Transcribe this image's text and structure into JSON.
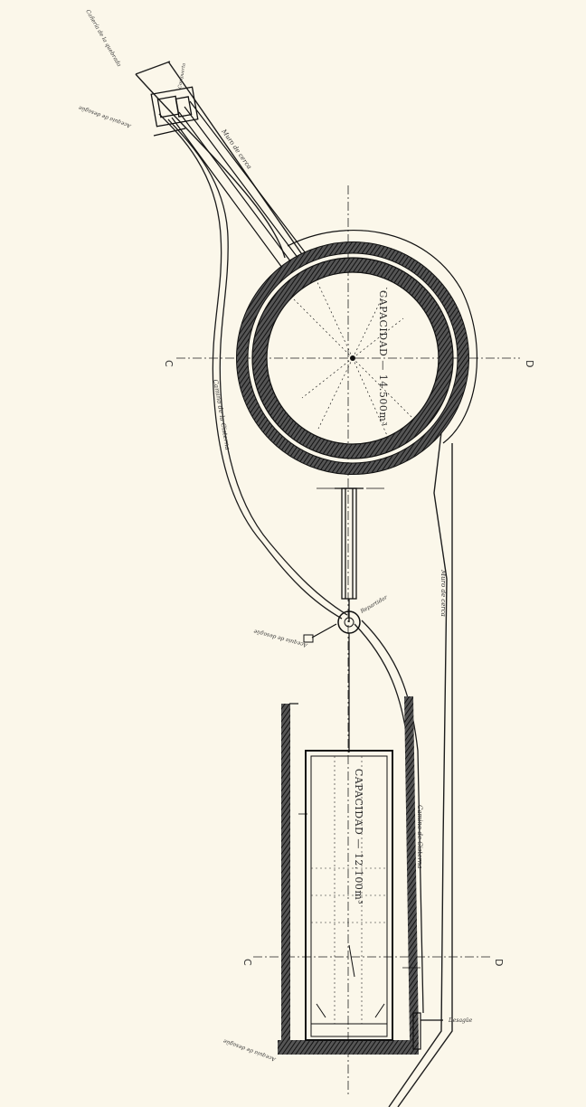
{
  "diagram": {
    "tank_round": {
      "label": "CAPACIDAD — 14.500m³"
    },
    "tank_rect": {
      "label": "CAPACIDAD — 12.100m³"
    },
    "labels": {
      "muro_top": "Muro de cerca",
      "camino_top": "Camino de la Cisterna",
      "muro_right": "Muro de cerca",
      "camino_right": "Camino de Cisterna",
      "repartidor": "Repartidor",
      "acequia_top": "Acequia de desagüe",
      "acequia_mid": "Acequia de desagüe",
      "acequia_bottom": "Acequia de desagüe",
      "desagüe": "Desagüe",
      "cañeria_top": "Cañería de la quebrada",
      "compuerta": "Compuerta"
    },
    "axis": {
      "c": "C",
      "d": "D"
    },
    "colors": {
      "paper": "#fbf7ea",
      "ink": "#1d1d1d"
    }
  }
}
